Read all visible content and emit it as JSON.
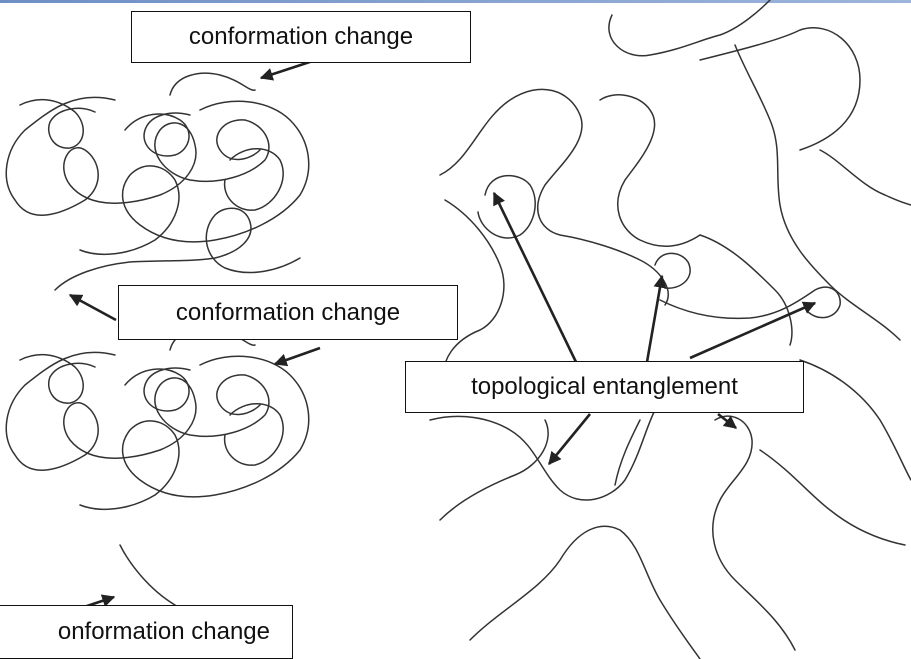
{
  "labels": {
    "top": "conformation change",
    "middle": "conformation change",
    "entanglement": "topological entanglement",
    "bottom": "onformation change"
  },
  "colors": {
    "line": "#333333",
    "top_bar": "#7d9ccf"
  }
}
